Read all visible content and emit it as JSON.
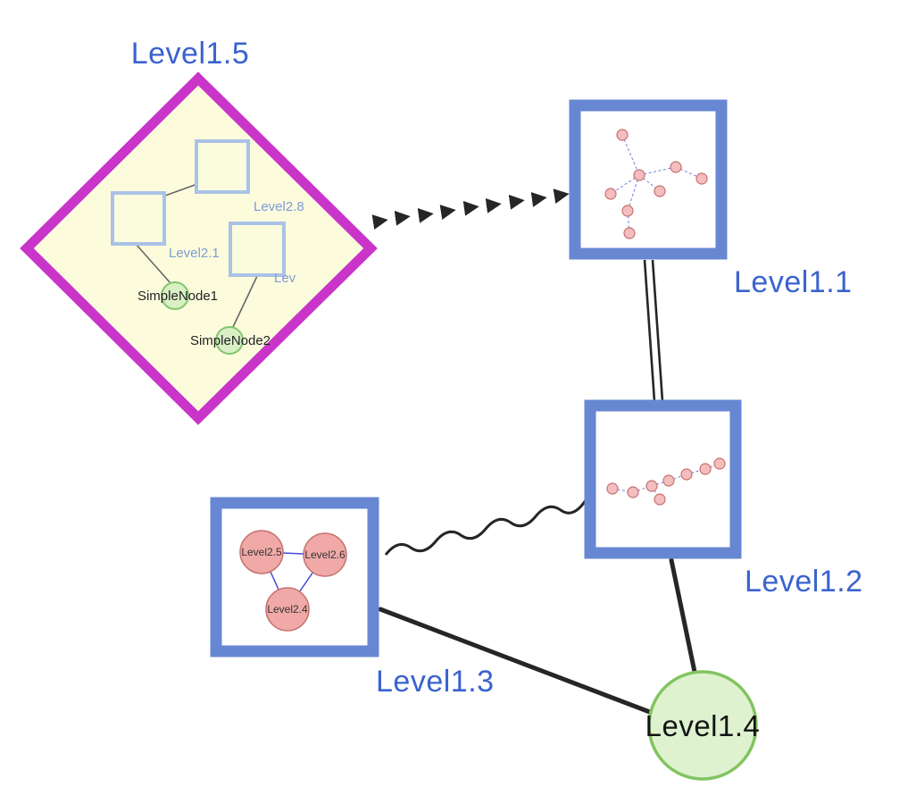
{
  "colors": {
    "label_blue": "#3a63cf",
    "label_black": "#141414",
    "diamond_border": "#c935c9",
    "diamond_fill": "#fcfcdd",
    "group_square_border": "#6787d3",
    "inner_square_border": "#a9c2e6",
    "green_fill": "#d9efc5",
    "green_border": "#86c472",
    "pink_fill": "#f5bdbd",
    "pink_border": "#c4716f",
    "edge_dark": "#262626",
    "inner_edge_blue": "#7b7be0"
  },
  "nodes": {
    "level1_5": {
      "label": "Level1.5",
      "shape": "diamond"
    },
    "level1_1": {
      "label": "Level1.1",
      "shape": "square",
      "inner_node_count": 8
    },
    "level1_2": {
      "label": "Level1.2",
      "shape": "square",
      "inner_node_count": 8
    },
    "level1_3": {
      "label": "Level1.3",
      "shape": "square",
      "inner_node_count": 3
    },
    "level1_4": {
      "label": "Level1.4",
      "shape": "circle"
    },
    "level2_8": {
      "label": "Level2.8",
      "shape": "square"
    },
    "level2_1": {
      "label": "Level2.1",
      "shape": "square"
    },
    "level2_trunc": {
      "label": "Lev",
      "shape": "square"
    },
    "simple_node_1": {
      "label": "SimpleNode1",
      "shape": "circle"
    },
    "simple_node_2": {
      "label": "SimpleNode2",
      "shape": "circle"
    },
    "level2_5": {
      "label": "Level2.5",
      "shape": "circle"
    },
    "level2_6": {
      "label": "Level2.6",
      "shape": "circle"
    },
    "level2_4": {
      "label": "Level2.4",
      "shape": "circle"
    }
  },
  "edges": [
    {
      "from": "Level1.5",
      "to": "Level1.1",
      "style": "dashed-arrow"
    },
    {
      "from": "Level1.1",
      "to": "Level1.2",
      "style": "double-line"
    },
    {
      "from": "Level1.3",
      "to": "Level1.2",
      "style": "wavy"
    },
    {
      "from": "Level1.3",
      "to": "Level1.4",
      "style": "solid"
    },
    {
      "from": "Level1.2",
      "to": "Level1.4",
      "style": "solid"
    },
    {
      "from": "Level2.8",
      "to": "Level2.1",
      "style": "thin"
    },
    {
      "from": "Level2.1",
      "to": "SimpleNode1",
      "style": "thin"
    },
    {
      "from": "Lev",
      "to": "SimpleNode2",
      "style": "thin"
    },
    {
      "from": "Level2.5",
      "to": "Level2.6",
      "style": "thin-blue"
    },
    {
      "from": "Level2.5",
      "to": "Level2.4",
      "style": "thin-blue"
    },
    {
      "from": "Level2.6",
      "to": "Level2.4",
      "style": "thin-blue"
    }
  ]
}
